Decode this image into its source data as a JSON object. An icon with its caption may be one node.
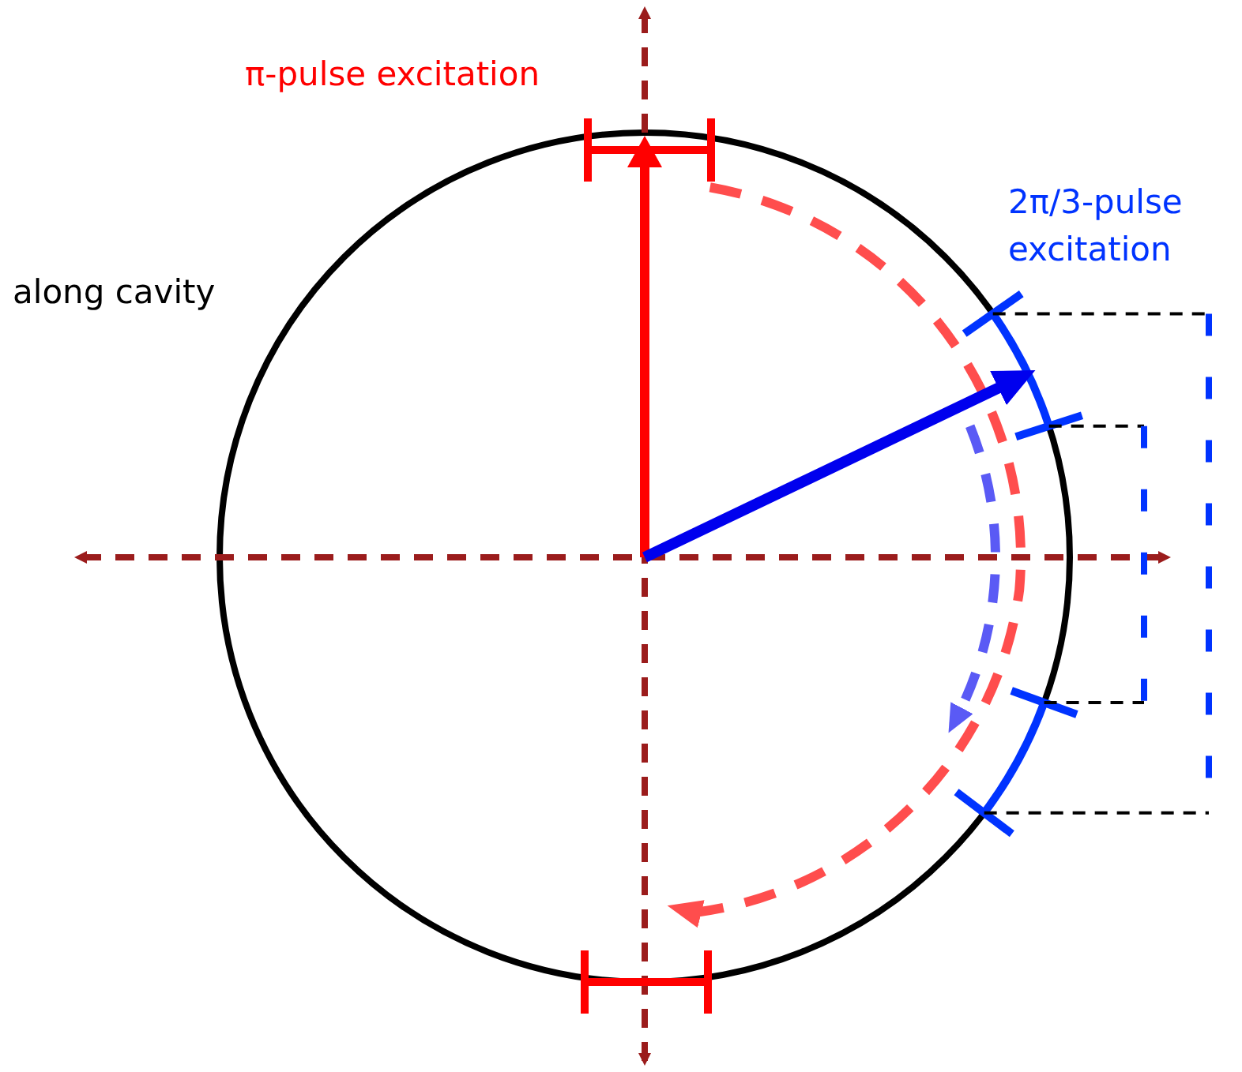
{
  "diagram": {
    "labels": [
      "π-pulse excitation",
      "2π/3-pulse excitation",
      "along cavity"
    ]
  }
}
